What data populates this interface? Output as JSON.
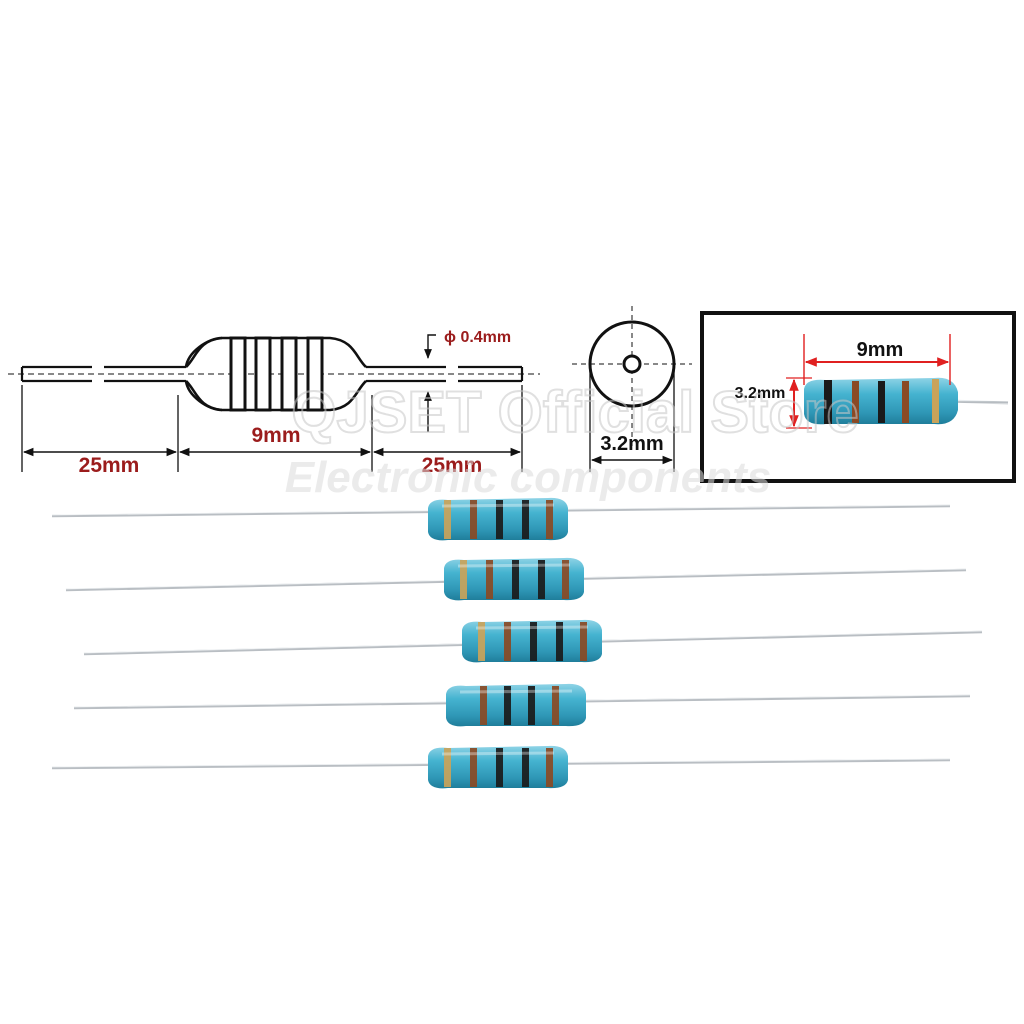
{
  "colors": {
    "dimension_red": "#9b1c1c",
    "arrow_red": "#e02020",
    "outline_black": "#111111",
    "body_blue": "#3aa6c4",
    "body_blue_dark": "#1f7d9a",
    "body_blue_light": "#8fd3e6",
    "lead_silver": "#b9bec3",
    "band_black": "#1a1a1a",
    "band_brown": "#8a4a24",
    "band_gold": "#c9a35a",
    "watermark_gray": "#d6d6d6"
  },
  "drawing": {
    "lead_length_left": "25mm",
    "body_length": "9mm",
    "lead_length_right": "25mm",
    "lead_diameter": "ϕ 0.4mm",
    "body_diameter": "3.2mm"
  },
  "photo_inset": {
    "length_label": "9mm",
    "diameter_label": "3.2mm"
  },
  "watermark": {
    "line1": "QJSET Official Store",
    "line2": "Electronic components"
  },
  "resistors": [
    {
      "bands": [
        "band_gold",
        "band_brown",
        "band_black",
        "band_black",
        "band_brown"
      ]
    },
    {
      "bands": [
        "band_gold",
        "band_brown",
        "band_black",
        "band_black",
        "band_brown"
      ]
    },
    {
      "bands": [
        "band_gold",
        "band_brown",
        "band_black",
        "band_black",
        "band_brown"
      ]
    },
    {
      "bands": [
        "band_brown",
        "band_black",
        "band_black",
        "band_brown"
      ]
    },
    {
      "bands": [
        "band_gold",
        "band_brown",
        "band_black",
        "band_black",
        "band_brown"
      ]
    }
  ]
}
